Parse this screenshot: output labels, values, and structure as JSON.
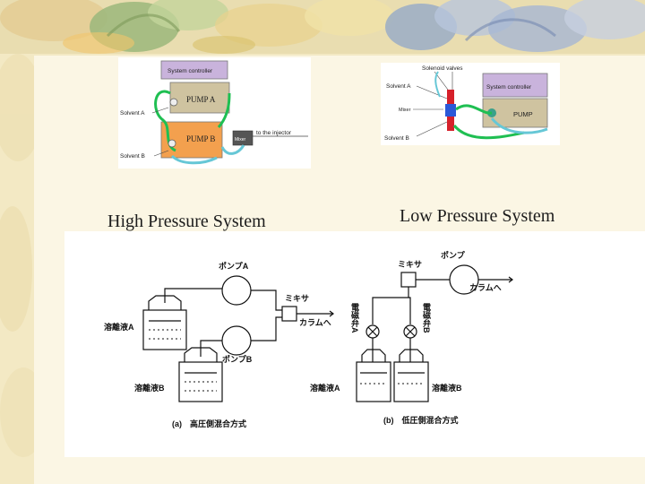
{
  "captions": {
    "high_pressure": "High Pressure System",
    "low_pressure": "Low Pressure System"
  },
  "high_pressure_diagram": {
    "system_controller": "System controller",
    "pump_a": "PUMP A",
    "pump_b": "PUMP B",
    "mixer": "Mixer",
    "to_injector": "to the injector",
    "solvent_a": "Solvent A",
    "solvent_b": "Solvent B"
  },
  "low_pressure_diagram": {
    "solenoid_valves": "Solenoid valves",
    "solvent_a": "Solvent A",
    "solvent_b": "Solvent B",
    "mixer": "Mixer",
    "system_controller": "System controller",
    "pump": "PUMP"
  },
  "japanese_schematic": {
    "pump_a": "ポンプA",
    "pump_b": "ポンプB",
    "mixer_left": "ミキサ",
    "column_left": "カラムへ",
    "eluent_a_left": "溶離液A",
    "eluent_b_left": "溶離液B",
    "caption_a": "(a)　高圧側混合方式",
    "pump_right": "ポンプ",
    "mixer_right": "ミキサ",
    "column_right": "カラムへ",
    "valve_a": "電磁弁A",
    "valve_b": "電磁弁B",
    "eluent_a_right": "溶離液A",
    "eluent_b_right": "溶離液B",
    "caption_b": "(b)　低圧側混合方式"
  },
  "colors": {
    "background": "#f3e9c4",
    "panel": "#fbf6e4",
    "controller": "#c9b3dc",
    "pump_a": "#cfc3a0",
    "pump_b": "#f3a04e",
    "mixer": "#2b58d8",
    "tube_green": "#1fbf52",
    "tube_cyan": "#66c7d6",
    "solenoid_red": "#d6202a"
  }
}
